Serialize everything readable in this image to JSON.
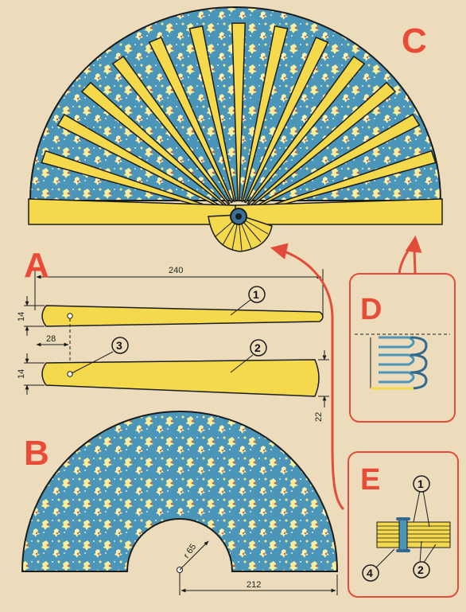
{
  "labels": {
    "panel_a": "A",
    "panel_b": "B",
    "panel_c": "C",
    "panel_d": "D",
    "panel_e": "E"
  },
  "dimensions": {
    "rib_length": "240",
    "rib_width_top": "14",
    "rib_width_bottom": "14",
    "hole_offset": "28",
    "end_width": "22",
    "inner_radius": "r 65",
    "fabric_width": "212"
  },
  "callouts": {
    "rib_plain": "1",
    "rib_guard": "2",
    "pivot_hole": "3",
    "rivet": "4",
    "e_label_1": "1",
    "e_label_2": "2",
    "e_label_4": "4"
  },
  "colors": {
    "paper": "#ecdcbc",
    "fabric_blue": "#4b95b8",
    "rib_yellow": "#f4d94c",
    "accent_red": "#e24c3a",
    "outline": "#1c1c1c"
  }
}
